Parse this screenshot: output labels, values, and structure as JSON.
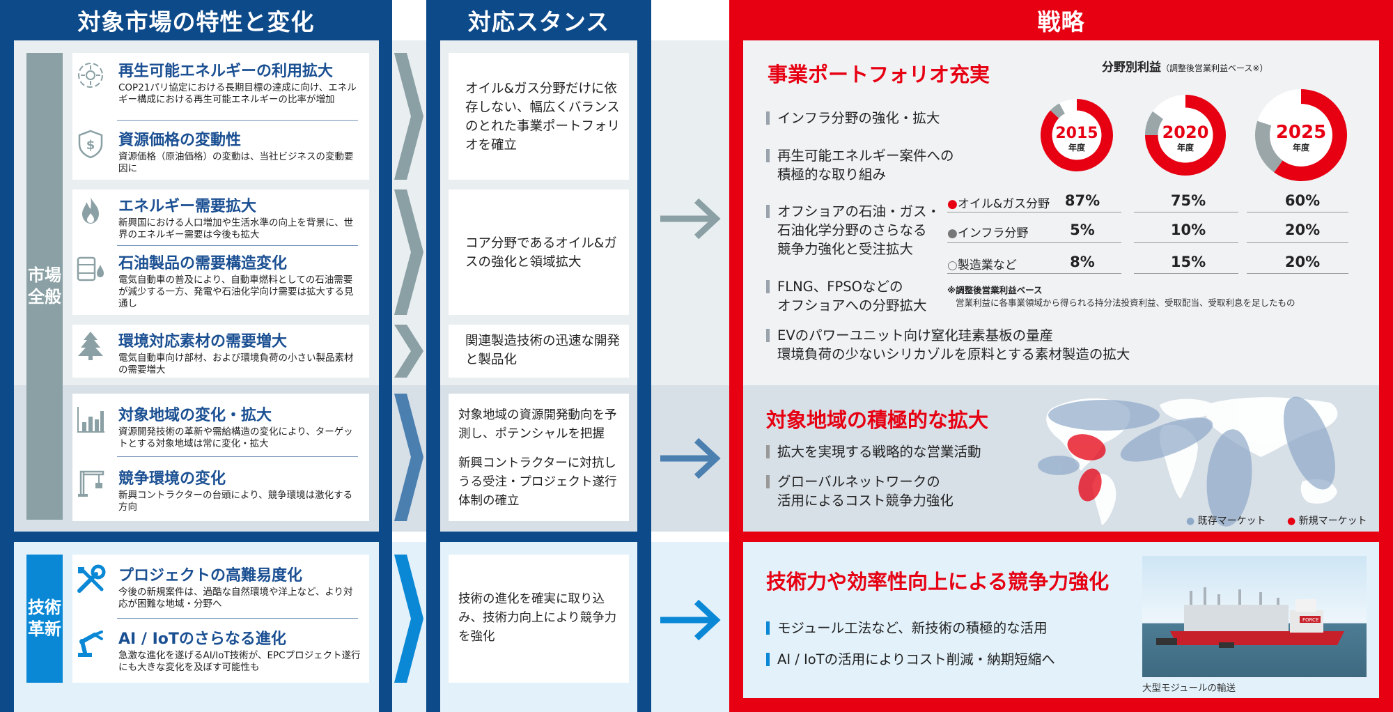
{
  "columns": {
    "left_title": "対象市場の特性と変化",
    "mid_title": "対応スタンス",
    "right_title": "戦略"
  },
  "side_labels": {
    "market": "市場\n全般",
    "tech": "技術\n革新"
  },
  "market_items": [
    {
      "icon": "renewable-energy-icon",
      "title": "再生可能エネルギーの利用拡大",
      "desc": "COP21パリ協定における長期目標の達成に向け、エネルギー構成における再生可能エネルギーの比率が増加"
    },
    {
      "icon": "price-shield-icon",
      "title": "資源価格の変動性",
      "desc": "資源価格（原油価格）の変動は、当社ビジネスの変動要因に"
    },
    {
      "icon": "flame-icon",
      "title": "エネルギー需要拡大",
      "desc": "新興国における人口増加や生活水準の向上を背景に、世界のエネルギー需要は今後も拡大"
    },
    {
      "icon": "oil-drum-icon",
      "title": "石油製品の需要構造変化",
      "desc": "電気自動車の普及により、自動車燃料としての石油需要が減少する一方、発電や石油化学向け需要は拡大する見通し"
    },
    {
      "icon": "tree-icon",
      "title": "環境対応素材の需要増大",
      "desc": "電気自動車向け部材、および環境負荷の小さい製品素材の需要増大"
    },
    {
      "icon": "bar-chart-icon",
      "title": "対象地域の変化・拡大",
      "desc": "資源開発技術の革新や需給構造の変化により、ターゲットとする対象地域は常に変化・拡大"
    },
    {
      "icon": "crane-icon",
      "title": "競争環境の変化",
      "desc": "新興コントラクターの台頭により、競争環境は激化する方向"
    }
  ],
  "tech_items": [
    {
      "icon": "tools-icon",
      "title": "プロジェクトの高難易度化",
      "desc": "今後の新規案件は、過酷な自然環境や洋上など、より対応が困難な地域・分野へ"
    },
    {
      "icon": "robot-arm-icon",
      "title": "AI / IoTのさらなる進化",
      "desc": "急激な進化を遂げるAI/IoT技術が、EPCプロジェクト遂行にも大きな変化を及ぼす可能性も"
    }
  ],
  "stances": [
    "オイル&ガス分野だけに依存しない、幅広くバランスのとれた事業ポートフォリオを確立",
    "コア分野であるオイル&ガスの強化と領域拡大",
    "関連製造技術の迅速な開発と製品化",
    "対象地域の資源開発動向を予測し、ポテンシャルを把握",
    "新興コントラクターに対抗しうる受注・プロジェクト遂行体制の確立",
    "技術の進化を確実に取り込み、技術力向上により競争力を強化"
  ],
  "portfolio": {
    "title": "事業ポートフォリオ充実",
    "bullets": [
      "インフラ分野の強化・拡大",
      "再生可能エネルギー案件への\n積極的な取り組み",
      "オフショアの石油・ガス・\n石油化学分野のさらなる\n競争力強化と受注拡大",
      "FLNG、FPSOなどの\nオフショアへの分野拡大",
      "EVのパワーユニット向け窒化珪素基板の量産\n環境負荷の少ないシリカゾルを原料とする素材製造の拡大"
    ],
    "chart_title": "分野別利益",
    "chart_subtitle": "（調整後営業利益ベース※）",
    "note_title": "※調整後営業利益ベース",
    "note_body": "営業利益に各事業領域から得られる持分法投資利益、受取配当、受取利息を足したもの"
  },
  "chart_data": {
    "type": "pie",
    "title": "分野別利益",
    "subtitle": "（調整後営業利益ベース※）",
    "years": [
      {
        "label": "2015",
        "unit": "年度",
        "values": [
          87,
          5,
          8
        ]
      },
      {
        "label": "2020",
        "unit": "年度",
        "values": [
          75,
          10,
          15
        ]
      },
      {
        "label": "2025",
        "unit": "年度",
        "values": [
          60,
          20,
          20
        ]
      }
    ],
    "series": [
      {
        "name": "オイル&ガス分野",
        "color": "#e60012",
        "values": [
          "87%",
          "75%",
          "60%"
        ]
      },
      {
        "name": "インフラ分野",
        "color": "#9aa6a8",
        "values": [
          "5%",
          "10%",
          "20%"
        ]
      },
      {
        "name": "製造業など",
        "color": "#ffffff",
        "values": [
          "8%",
          "15%",
          "20%"
        ]
      }
    ]
  },
  "regions": {
    "title": "対象地域の積極的な拡大",
    "bullets": [
      "拡大を実現する戦略的な営業活動",
      "グローバルネットワークの\n活用によるコスト競争力強化"
    ],
    "legend_existing": "既存マーケット",
    "legend_new": "新規マーケット"
  },
  "technology": {
    "title": "技術力や効率性向上による競争力強化",
    "bullets": [
      "モジュール工法など、新技術の積極的な活用",
      "AI / IoTの活用によりコスト削減・納期短縮へ"
    ],
    "photo_caption": "大型モジュールの輸送",
    "ship_name": "FORCE"
  },
  "colors": {
    "navy": "#0d4a8a",
    "red": "#e60012",
    "gray_teal": "#8aa0a4",
    "steel_blue": "#4a7fb0",
    "sky_blue": "#0a88d6"
  }
}
